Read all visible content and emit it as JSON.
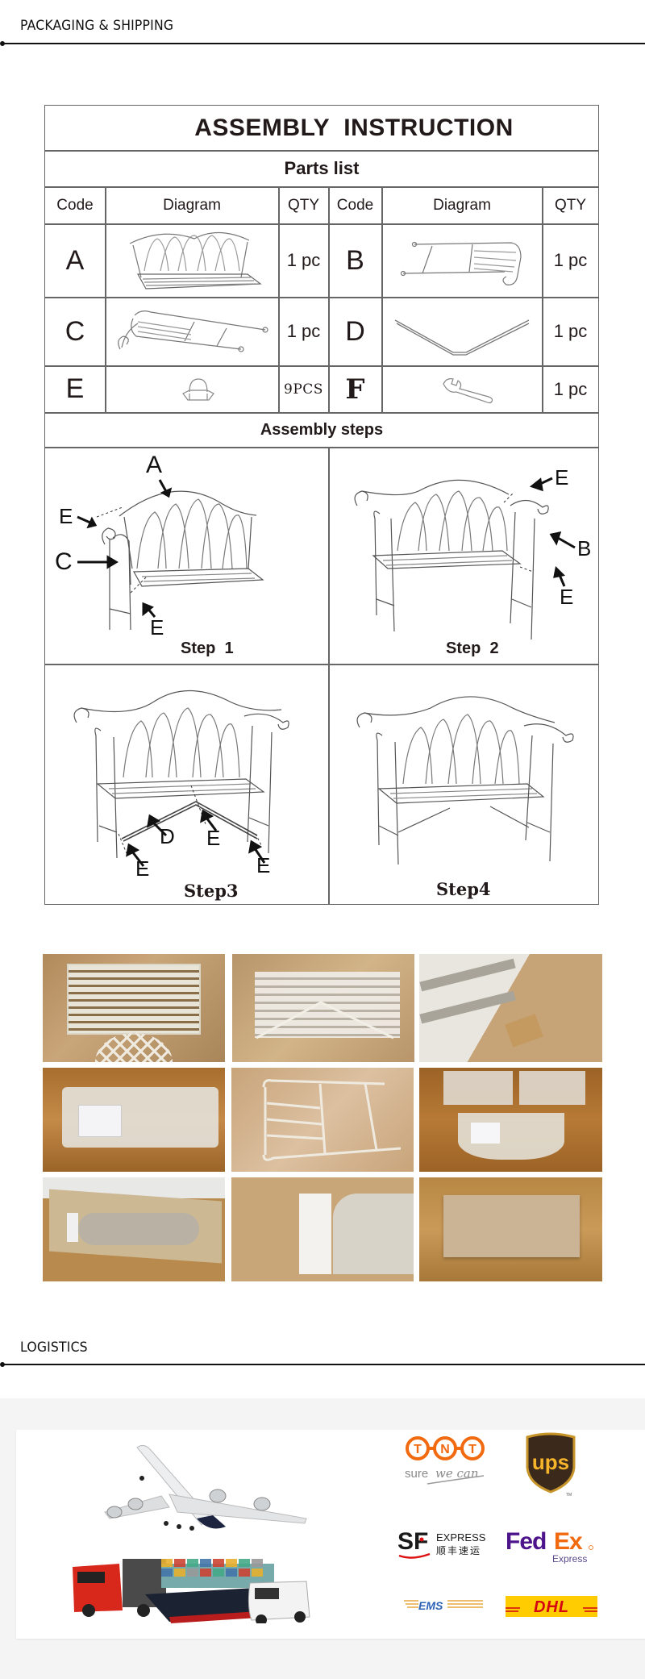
{
  "sections": {
    "packaging": {
      "title": "PACKAGING & SHIPPING"
    },
    "logistics": {
      "title": "LOGISTICS"
    }
  },
  "assembly": {
    "title": "ASSEMBLY  INSTRUCTION",
    "parts_list_title": "Parts list",
    "columns": [
      "Code",
      "Diagram",
      "QTY",
      "Code",
      "Diagram",
      "QTY"
    ],
    "parts": [
      {
        "code": "A",
        "diagram": "bench-backrest-and-seat",
        "qty": "1 pc"
      },
      {
        "code": "B",
        "diagram": "right-armrest-side-frame",
        "qty": "1 pc"
      },
      {
        "code": "C",
        "diagram": "left-armrest-side-frame",
        "qty": "1 pc"
      },
      {
        "code": "D",
        "diagram": "v-shaped-support-bar",
        "qty": "1 pc"
      },
      {
        "code": "E",
        "diagram": "cap-nut",
        "qty": "9PCS"
      },
      {
        "code": "F",
        "diagram": "wrench",
        "qty": "1 pc"
      }
    ],
    "steps_title": "Assembly steps",
    "steps": [
      {
        "label": "Step  1",
        "callouts": [
          "A",
          "E",
          "C",
          "E"
        ]
      },
      {
        "label": "Step  2",
        "callouts": [
          "E",
          "B",
          "E"
        ]
      },
      {
        "label": "Step3",
        "callouts": [
          "D",
          "E",
          "E",
          "E"
        ]
      },
      {
        "label": "Step4",
        "callouts": []
      }
    ]
  },
  "photos": [
    {
      "alt": "bench seat frame on bubble wrap"
    },
    {
      "alt": "seat frame wrapped with support bar"
    },
    {
      "alt": "corner protector close-up"
    },
    {
      "alt": "wrapped seat with instruction sheet"
    },
    {
      "alt": "armrest side frame"
    },
    {
      "alt": "all wrapped parts on floor"
    },
    {
      "alt": "parts packed inside carton"
    },
    {
      "alt": "carton interior close-up"
    },
    {
      "alt": "sealed shipping carton"
    }
  ],
  "logistics": {
    "carriers": [
      {
        "name": "TNT",
        "tagline": "sure we can",
        "color": "#f26a10"
      },
      {
        "name": "UPS",
        "color": "#f6b42a"
      },
      {
        "name": "SF EXPRESS",
        "subtitle": "顺丰速运",
        "color": "#1a1a1a"
      },
      {
        "name": "FedEx",
        "subtitle": "Express",
        "color": "#4d148c"
      },
      {
        "name": "EMS",
        "color": "#2a62b6"
      },
      {
        "name": "DHL",
        "color": "#d40511"
      }
    ]
  }
}
